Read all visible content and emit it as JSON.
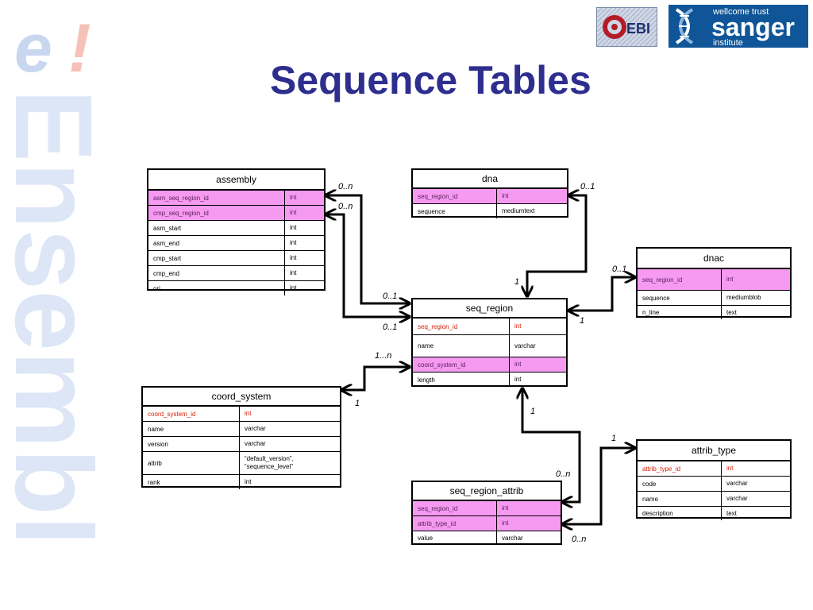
{
  "title": "Sequence Tables",
  "side_logo": {
    "e_letter": "e",
    "bang": "!",
    "word": "Ensembl"
  },
  "ebi_logo": {
    "text": "EBI"
  },
  "sanger_logo": {
    "line1": "wellcome trust",
    "line2": "sanger",
    "line3": "institute"
  },
  "colors": {
    "title": "#2e2e8f",
    "fk_row": "#f59af0",
    "pk_text": "#d81e05"
  },
  "tables": {
    "assembly": {
      "name": "assembly",
      "rows": [
        {
          "col": "asm_seq_region_id",
          "type": "int"
        },
        {
          "col": "cmp_seq_region_id",
          "type": "int"
        },
        {
          "col": "asm_start",
          "type": "int"
        },
        {
          "col": "asm_end",
          "type": "int"
        },
        {
          "col": "cmp_start",
          "type": "int"
        },
        {
          "col": "cmp_end",
          "type": "int"
        },
        {
          "col": "ori",
          "type": "int"
        }
      ]
    },
    "dna": {
      "name": "dna",
      "rows": [
        {
          "col": "seq_region_id",
          "type": "int"
        },
        {
          "col": "sequence",
          "type": "mediumtext"
        }
      ]
    },
    "dnac": {
      "name": "dnac",
      "rows": [
        {
          "col": "seq_region_id",
          "type": "int"
        },
        {
          "col": "sequence",
          "type": "mediumblob"
        },
        {
          "col": "n_line",
          "type": "text"
        }
      ]
    },
    "seq_region": {
      "name": "seq_region",
      "rows": [
        {
          "col": "seq_region_id",
          "type": "int"
        },
        {
          "col": "name",
          "type": "varchar"
        },
        {
          "col": "coord_system_id",
          "type": "int"
        },
        {
          "col": "length",
          "type": "int"
        }
      ]
    },
    "coord_system": {
      "name": "coord_system",
      "rows": [
        {
          "col": "coord_system_id",
          "type": "int"
        },
        {
          "col": "name",
          "type": "varchar"
        },
        {
          "col": "version",
          "type": "varchar"
        },
        {
          "col": "attrib",
          "type": "“default_version”, “sequence_level”"
        },
        {
          "col": "rank",
          "type": "int"
        }
      ]
    },
    "seq_region_attrib": {
      "name": "seq_region_attrib",
      "rows": [
        {
          "col": "seq_region_id",
          "type": "int"
        },
        {
          "col": "attrib_type_id",
          "type": "int"
        },
        {
          "col": "value",
          "type": "varchar"
        }
      ]
    },
    "attrib_type": {
      "name": "attrib_type",
      "rows": [
        {
          "col": "attrib_type_id",
          "type": "int"
        },
        {
          "col": "code",
          "type": "varchar"
        },
        {
          "col": "name",
          "type": "varchar"
        },
        {
          "col": "description",
          "type": "text"
        }
      ]
    }
  },
  "cardinalities": {
    "assembly_asm": "0..n",
    "assembly_cmp": "0..n",
    "seq_region_asm": "0..1",
    "seq_region_cmp": "0..1",
    "dna_side": "0..1",
    "dna_seq_region": "1",
    "dnac_side": "0..1",
    "dnac_seq_region": "1",
    "coord_seq_region": "1...n",
    "coord_side": "1",
    "seq_region_attrib_up": "1",
    "sra_seq_region": "0..n",
    "attrib_type_side": "1",
    "sra_attrib_type": "0..n"
  }
}
